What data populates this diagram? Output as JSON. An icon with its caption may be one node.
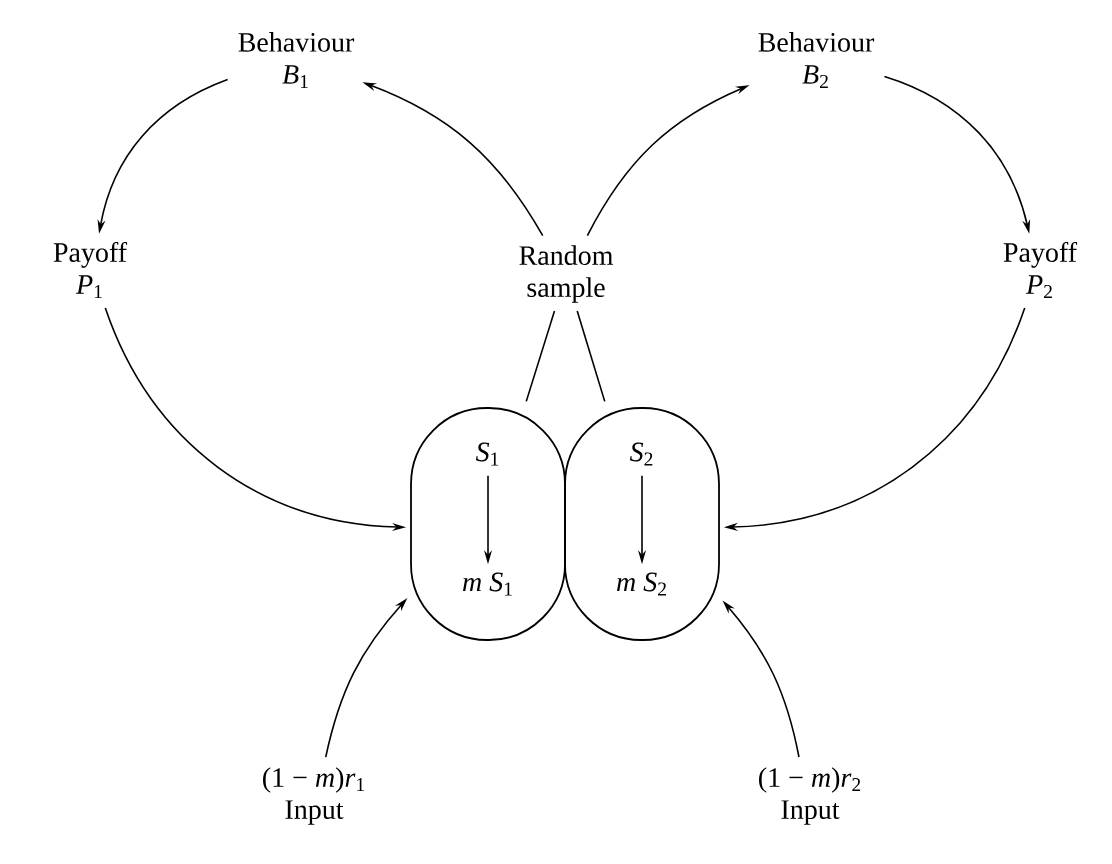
{
  "diagram": {
    "nodes": [
      {
        "text": [
          "Behaviour",
          "*B*$_{1}$"
        ]
      },
      {
        "text": [
          "Behaviour",
          "*B*$_{2}$"
        ]
      },
      {
        "text": [
          "Payoff",
          "*P*$_{1}$"
        ]
      },
      {
        "text": [
          "Random sample"
        ]
      },
      {
        "text": [
          "Payoff",
          "*P*$_{2}$"
        ]
      },
      {
        "text": [],
        "shape": "oval"
      },
      {
        "text": [
          "*S*$_{1}$"
        ],
        "in": 5
      },
      {
        "text": [
          "*m S*$_{1}$"
        ],
        "in": 5
      },
      {
        "text": [],
        "shape": "oval"
      },
      {
        "text": [
          "*S*$_{2}$"
        ],
        "in": 8
      },
      {
        "text": [
          "*m S*$_{2}$"
        ],
        "in": 8
      },
      {
        "text": [
          "(1 − *m*)*r*$_{1}$",
          "Input"
        ]
      },
      {
        "text": [
          "(1 − *m*)*r*$_{2}$",
          "Input"
        ]
      }
    ],
    "edges": [
      {
        "from": 0,
        "to": 2,
        "arrow": "to"
      },
      {
        "from": 3,
        "to": 0,
        "arrow": "to"
      },
      {
        "from": 3,
        "to": 1,
        "arrow": "to"
      },
      {
        "from": 1,
        "to": 4,
        "arrow": "to"
      },
      {
        "from": 2,
        "to": 5,
        "arrow": "to"
      },
      {
        "from": 4,
        "to": 8,
        "arrow": "to"
      },
      {
        "from": 5,
        "to": 3,
        "arrow": "none"
      },
      {
        "from": 8,
        "to": 3,
        "arrow": "none"
      },
      {
        "from": 6,
        "to": 7,
        "arrow": "to"
      },
      {
        "from": 9,
        "to": 10,
        "arrow": "to"
      },
      {
        "from": 11,
        "to": 5,
        "arrow": "to"
      },
      {
        "from": 12,
        "to": 8,
        "arrow": "to"
      }
    ]
  }
}
